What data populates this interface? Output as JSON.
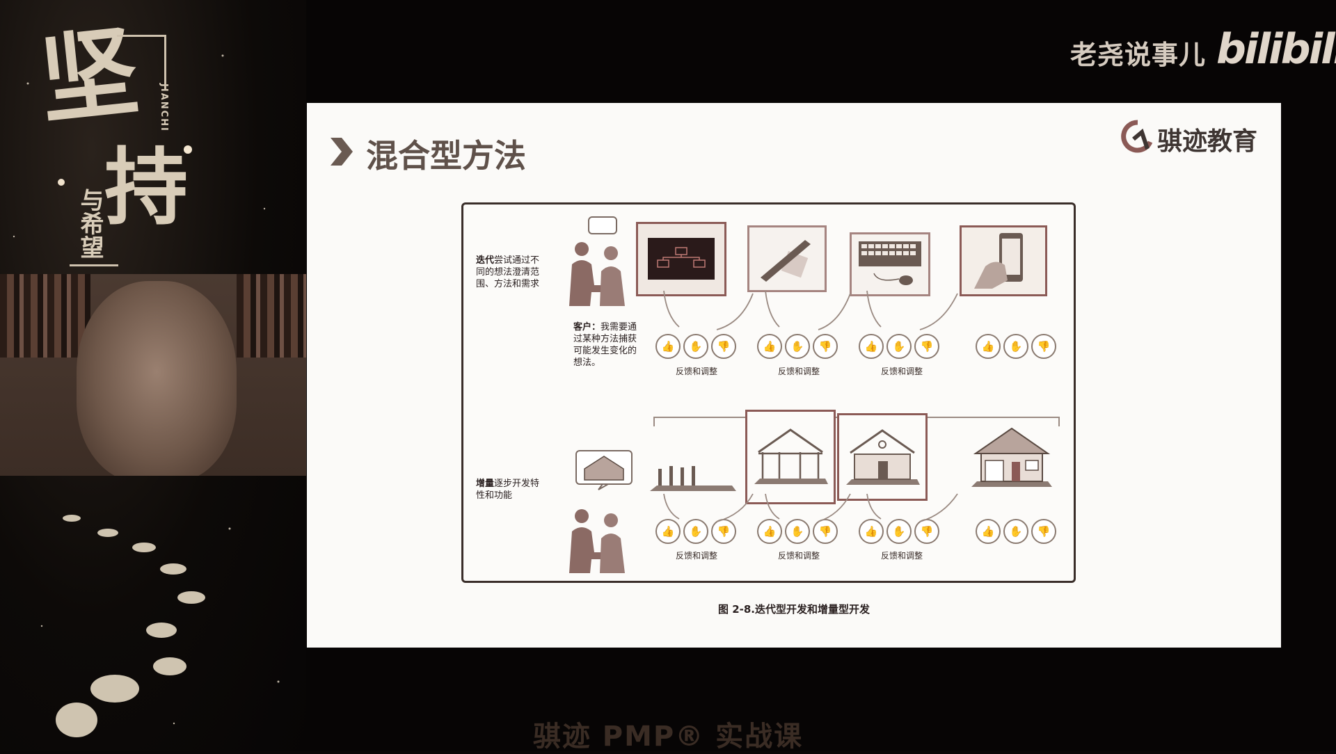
{
  "overlay": {
    "channel_name": "老尧说事儿",
    "platform_logo": "bilibili",
    "bottom_title": "骐迹 PMP® 实战课"
  },
  "left_panel": {
    "calligraphy_main_1": "坚",
    "calligraphy_main_2": "持",
    "calligraphy_sub": "与希望",
    "calligraphy_latin": "JIANCHI"
  },
  "slide": {
    "title": "混合型方法",
    "brand": "骐迹教育",
    "caption": "图 2-8.迭代型开发和增量型开发",
    "iterative": {
      "label_bold": "迭代",
      "label_rest": "尝试通过不同的想法澄清范围、方法和需求",
      "customer_bold": "客户：",
      "customer_rest": "我需要通过某种方法捕获可能发生变化的想法。",
      "feedback_labels": [
        "反馈和调整",
        "反馈和调整",
        "反馈和调整"
      ]
    },
    "incremental": {
      "label_bold": "增量",
      "label_rest": "逐步开发特性和功能",
      "feedback_labels": [
        "反馈和调整",
        "反馈和调整",
        "反馈和调整"
      ]
    },
    "thumb_icons": [
      "thumbs-up-icon",
      "neutral-hand-icon",
      "thumbs-down-icon"
    ]
  },
  "colors": {
    "accent": "#8b5a56",
    "title_color": "#5f514a"
  }
}
